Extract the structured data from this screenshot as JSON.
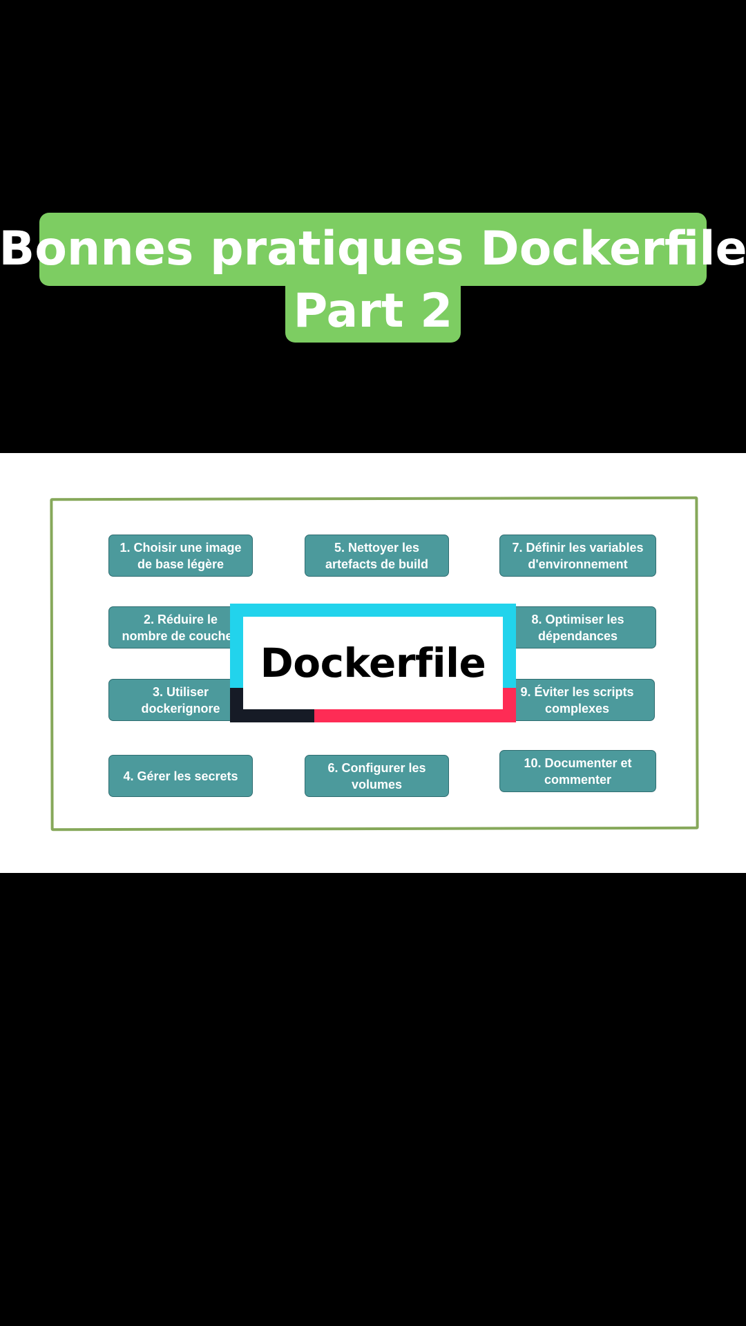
{
  "title": {
    "line1": "Bonnes pratiques Dockerfile",
    "line2": "Part 2"
  },
  "center_label": "Dockerfile",
  "cards": [
    "1. Choisir une image\nde base légère",
    "2. Réduire le\nnombre de couches",
    "3. Utiliser\ndockerignore",
    "4. Gérer les secrets",
    "5. Nettoyer les\nartefacts de build",
    "6. Configurer les\nvolumes",
    "7. Définir  les variables\nd'environnement",
    "8. Optimiser les\ndépendances",
    "9. Éviter les scripts\ncomplexes",
    "10. Documenter et\ncommenter"
  ],
  "colors": {
    "caption": "#7dcd62",
    "card": "#4c9a9c",
    "frame": "#86a85a",
    "logo_cyan": "#22d3ec",
    "logo_red": "#fe2c55",
    "logo_dark": "#161b26"
  }
}
